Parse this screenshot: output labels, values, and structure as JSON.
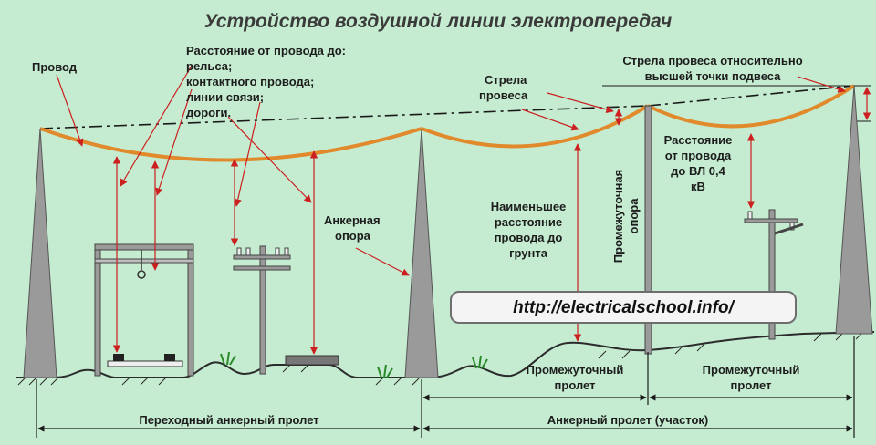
{
  "title": "Устройство воздушной линии электропередач",
  "url": "http://electricalschool.info/",
  "labels": {
    "wire": "Провод",
    "dist_header": "Расстояние от провода до:",
    "dist_rail": "рельса;",
    "dist_contact": "контактного провода;",
    "dist_comm": "линии связи;",
    "dist_road": "дороги.",
    "sag_1": "Стрела",
    "sag_2": "провеса",
    "rel_sag_1": "Стрела провеса относительно",
    "rel_sag_2": "высшей точки подвеса",
    "anchor_1": "Анкерная",
    "anchor_2": "опора",
    "min_1": "Наименьшее",
    "min_2": "расстояние",
    "min_3": "провода до",
    "min_4": "грунта",
    "intermediate_support_1": "Промежуточная",
    "intermediate_support_2": "опора",
    "vl_1": "Расстояние",
    "vl_2": "от провода",
    "vl_3": "до ВЛ 0,4",
    "vl_4": "кВ",
    "span_int_a_1": "Промежуточный",
    "span_int_a_2": "пролет",
    "span_int_b_1": "Промежуточный",
    "span_int_b_2": "пролет",
    "span_transition": "Переходный анкерный пролет",
    "span_anchor": "Анкерный пролет (участок)"
  },
  "colors": {
    "background": "#c5ecd1",
    "wire": "#e08a2c",
    "arrow": "#cc1f1f",
    "support": "#9a9a9a",
    "ground": "#2b2b2b"
  }
}
